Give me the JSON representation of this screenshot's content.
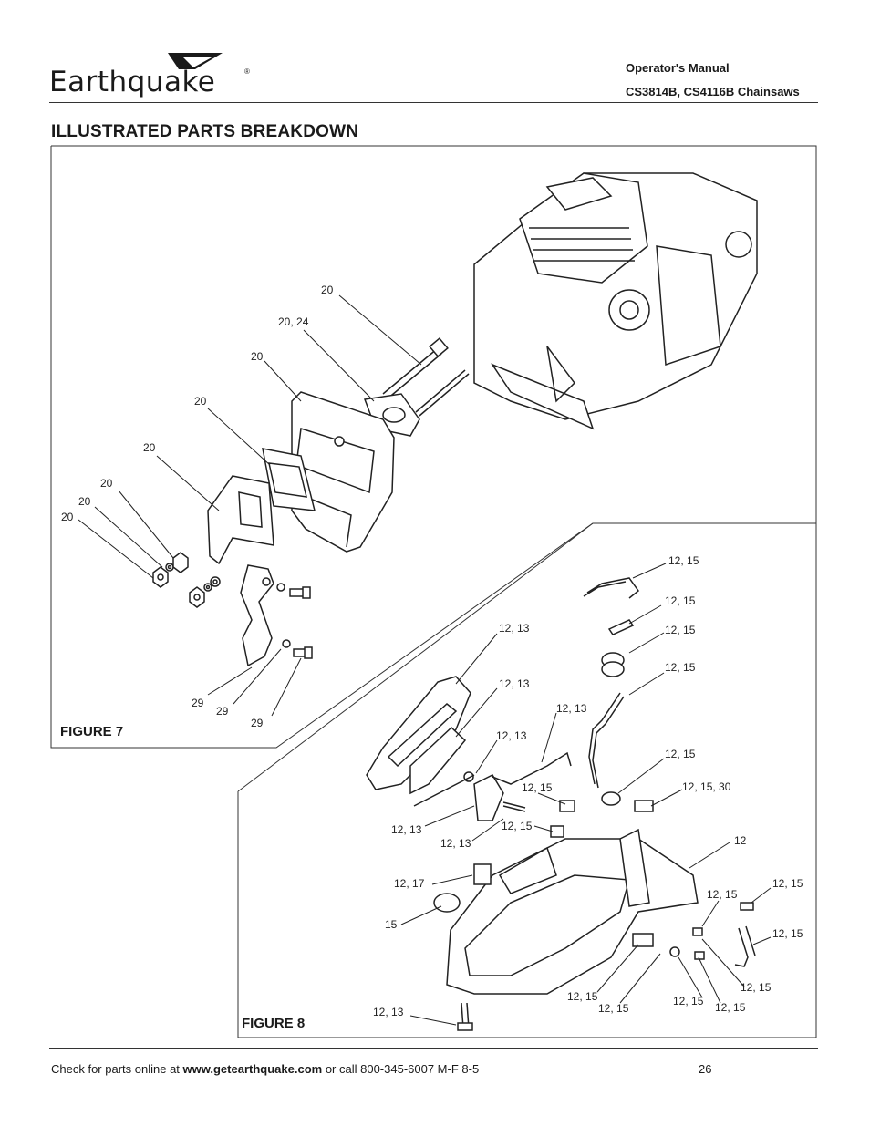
{
  "header": {
    "brand": "Earthquake",
    "manual_title": "Operator's Manual",
    "models": "CS3814B, CS4116B Chainsaws"
  },
  "section_title": "ILLUSTRATED PARTS BREAKDOWN",
  "figure7": {
    "label": "FIGURE 7",
    "callouts": [
      "20",
      "20, 24",
      "20",
      "20",
      "20",
      "20",
      "20",
      "20",
      "29",
      "29",
      "29"
    ]
  },
  "figure8": {
    "label": "FIGURE 8",
    "callouts": [
      "12, 15",
      "12, 15",
      "12, 15",
      "12, 13",
      "12, 15",
      "12, 13",
      "12, 13",
      "12, 13",
      "12, 15",
      "12, 15, 30",
      "12, 15",
      "12, 15",
      "12, 13",
      "12, 13",
      "12",
      "12, 17",
      "12, 15",
      "12, 15",
      "15",
      "12, 15",
      "12, 15",
      "12, 15",
      "12, 15",
      "12, 15",
      "12, 15",
      "12, 13"
    ]
  },
  "footer": {
    "prefix": "Check for parts online at ",
    "url": "www.getearthquake.com",
    "suffix": " or call 800-345-6007 M-F 8-5",
    "page": "26"
  }
}
